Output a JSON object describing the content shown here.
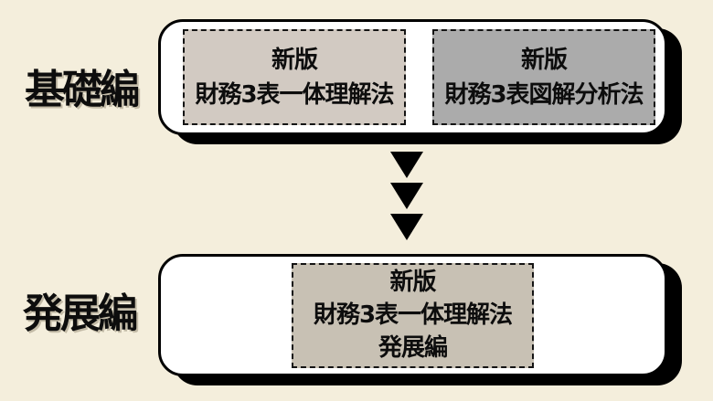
{
  "labels": {
    "basics": "基礎編",
    "advanced": "発展編"
  },
  "top_section": {
    "books": [
      {
        "line1": "新版",
        "line2": "財務3表一体理解法"
      },
      {
        "line1": "新版",
        "line2": "財務3表図解分析法"
      }
    ]
  },
  "bottom_section": {
    "book": {
      "line1": "新版",
      "line2": "財務3表一体理解法",
      "line3": "発展編"
    }
  },
  "icons": {
    "flow_arrow": "down-triangle",
    "flow_arrow_count": 3
  },
  "colors": {
    "background": "#f4eedc",
    "panel_fill": "#ffffff",
    "panel_border": "#000000",
    "panel_shadow": "#000000",
    "book_beige": "#d2cac2",
    "book_gray": "#ababab",
    "book_tan": "#c8c1b4",
    "arrow": "#000000",
    "text": "#0d0d0d"
  }
}
